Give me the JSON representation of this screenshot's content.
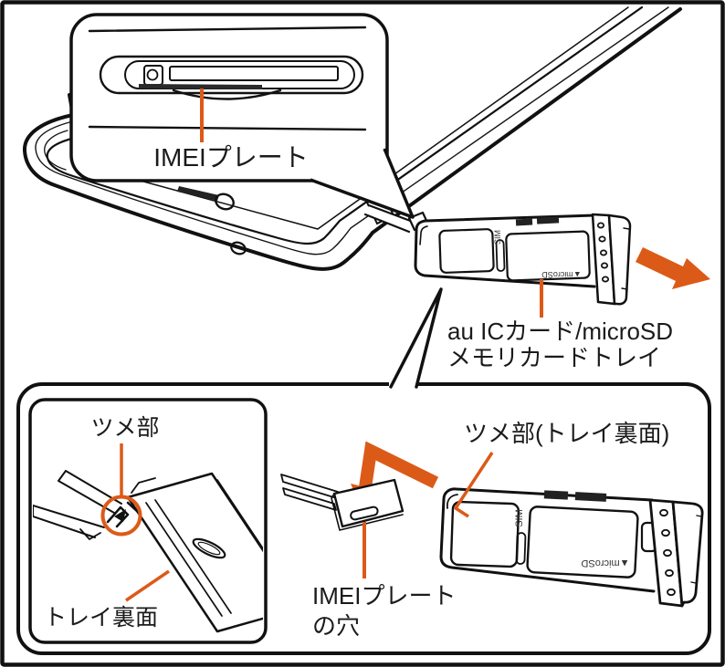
{
  "colors": {
    "accent": "#DC5A18",
    "line": "#111111",
    "background": "#FFFFFF"
  },
  "callout": {
    "label": "IMEIプレート"
  },
  "tray_label": {
    "line1": "au ICカード/microSD",
    "line2": "メモリカードトレイ"
  },
  "detail_left": {
    "claw_label": "ツメ部",
    "tray_back_label": "トレイ裏面"
  },
  "detail_right": {
    "claw_label": "ツメ部(トレイ裏面)",
    "hole_label_line1": "IMEIプレート",
    "hole_label_line2": "の穴"
  },
  "tray_markings": {
    "sim": "SIM",
    "microsd_flipped": "▲microSD"
  }
}
